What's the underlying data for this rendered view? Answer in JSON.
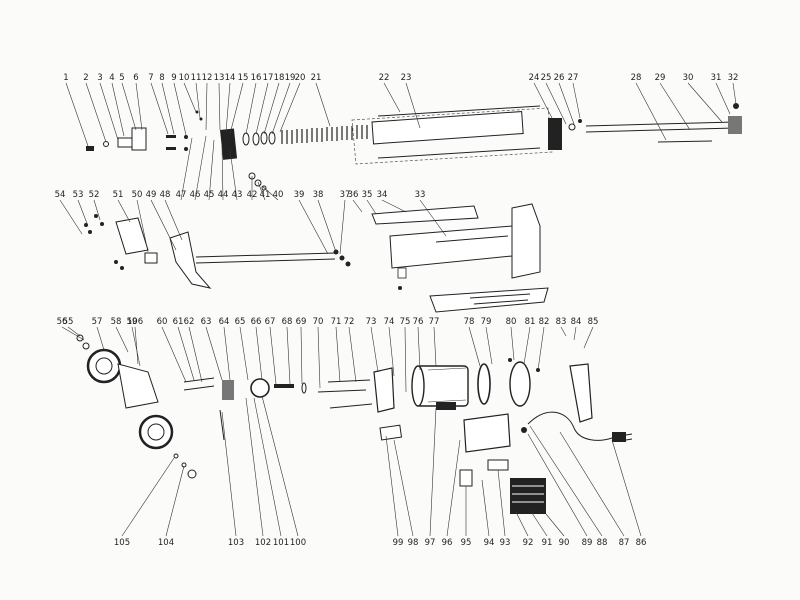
{
  "diagram": {
    "callouts": [
      "1",
      "2",
      "3",
      "4",
      "5",
      "6",
      "7",
      "8",
      "9",
      "10",
      "11",
      "12",
      "13",
      "14",
      "15",
      "16",
      "17",
      "18",
      "19",
      "20",
      "21",
      "22",
      "23",
      "24",
      "25",
      "26",
      "27",
      "28",
      "29",
      "30",
      "31",
      "32",
      "33",
      "34",
      "35",
      "36",
      "37",
      "38",
      "39",
      "40",
      "41",
      "42",
      "43",
      "44",
      "45",
      "46",
      "47",
      "48",
      "49",
      "50",
      "51",
      "52",
      "53",
      "54",
      "55",
      "56",
      "57",
      "58",
      "59",
      "60",
      "61",
      "62",
      "63",
      "64",
      "65",
      "66",
      "67",
      "68",
      "69",
      "70",
      "71",
      "72",
      "73",
      "74",
      "75",
      "76",
      "77",
      "78",
      "79",
      "80",
      "81",
      "82",
      "83",
      "84",
      "85",
      "86",
      "87",
      "88",
      "89",
      "90",
      "91",
      "92",
      "93",
      "94",
      "95",
      "96",
      "97",
      "98",
      "99",
      "100",
      "101",
      "102",
      "103",
      "104",
      "105",
      "106"
    ]
  }
}
